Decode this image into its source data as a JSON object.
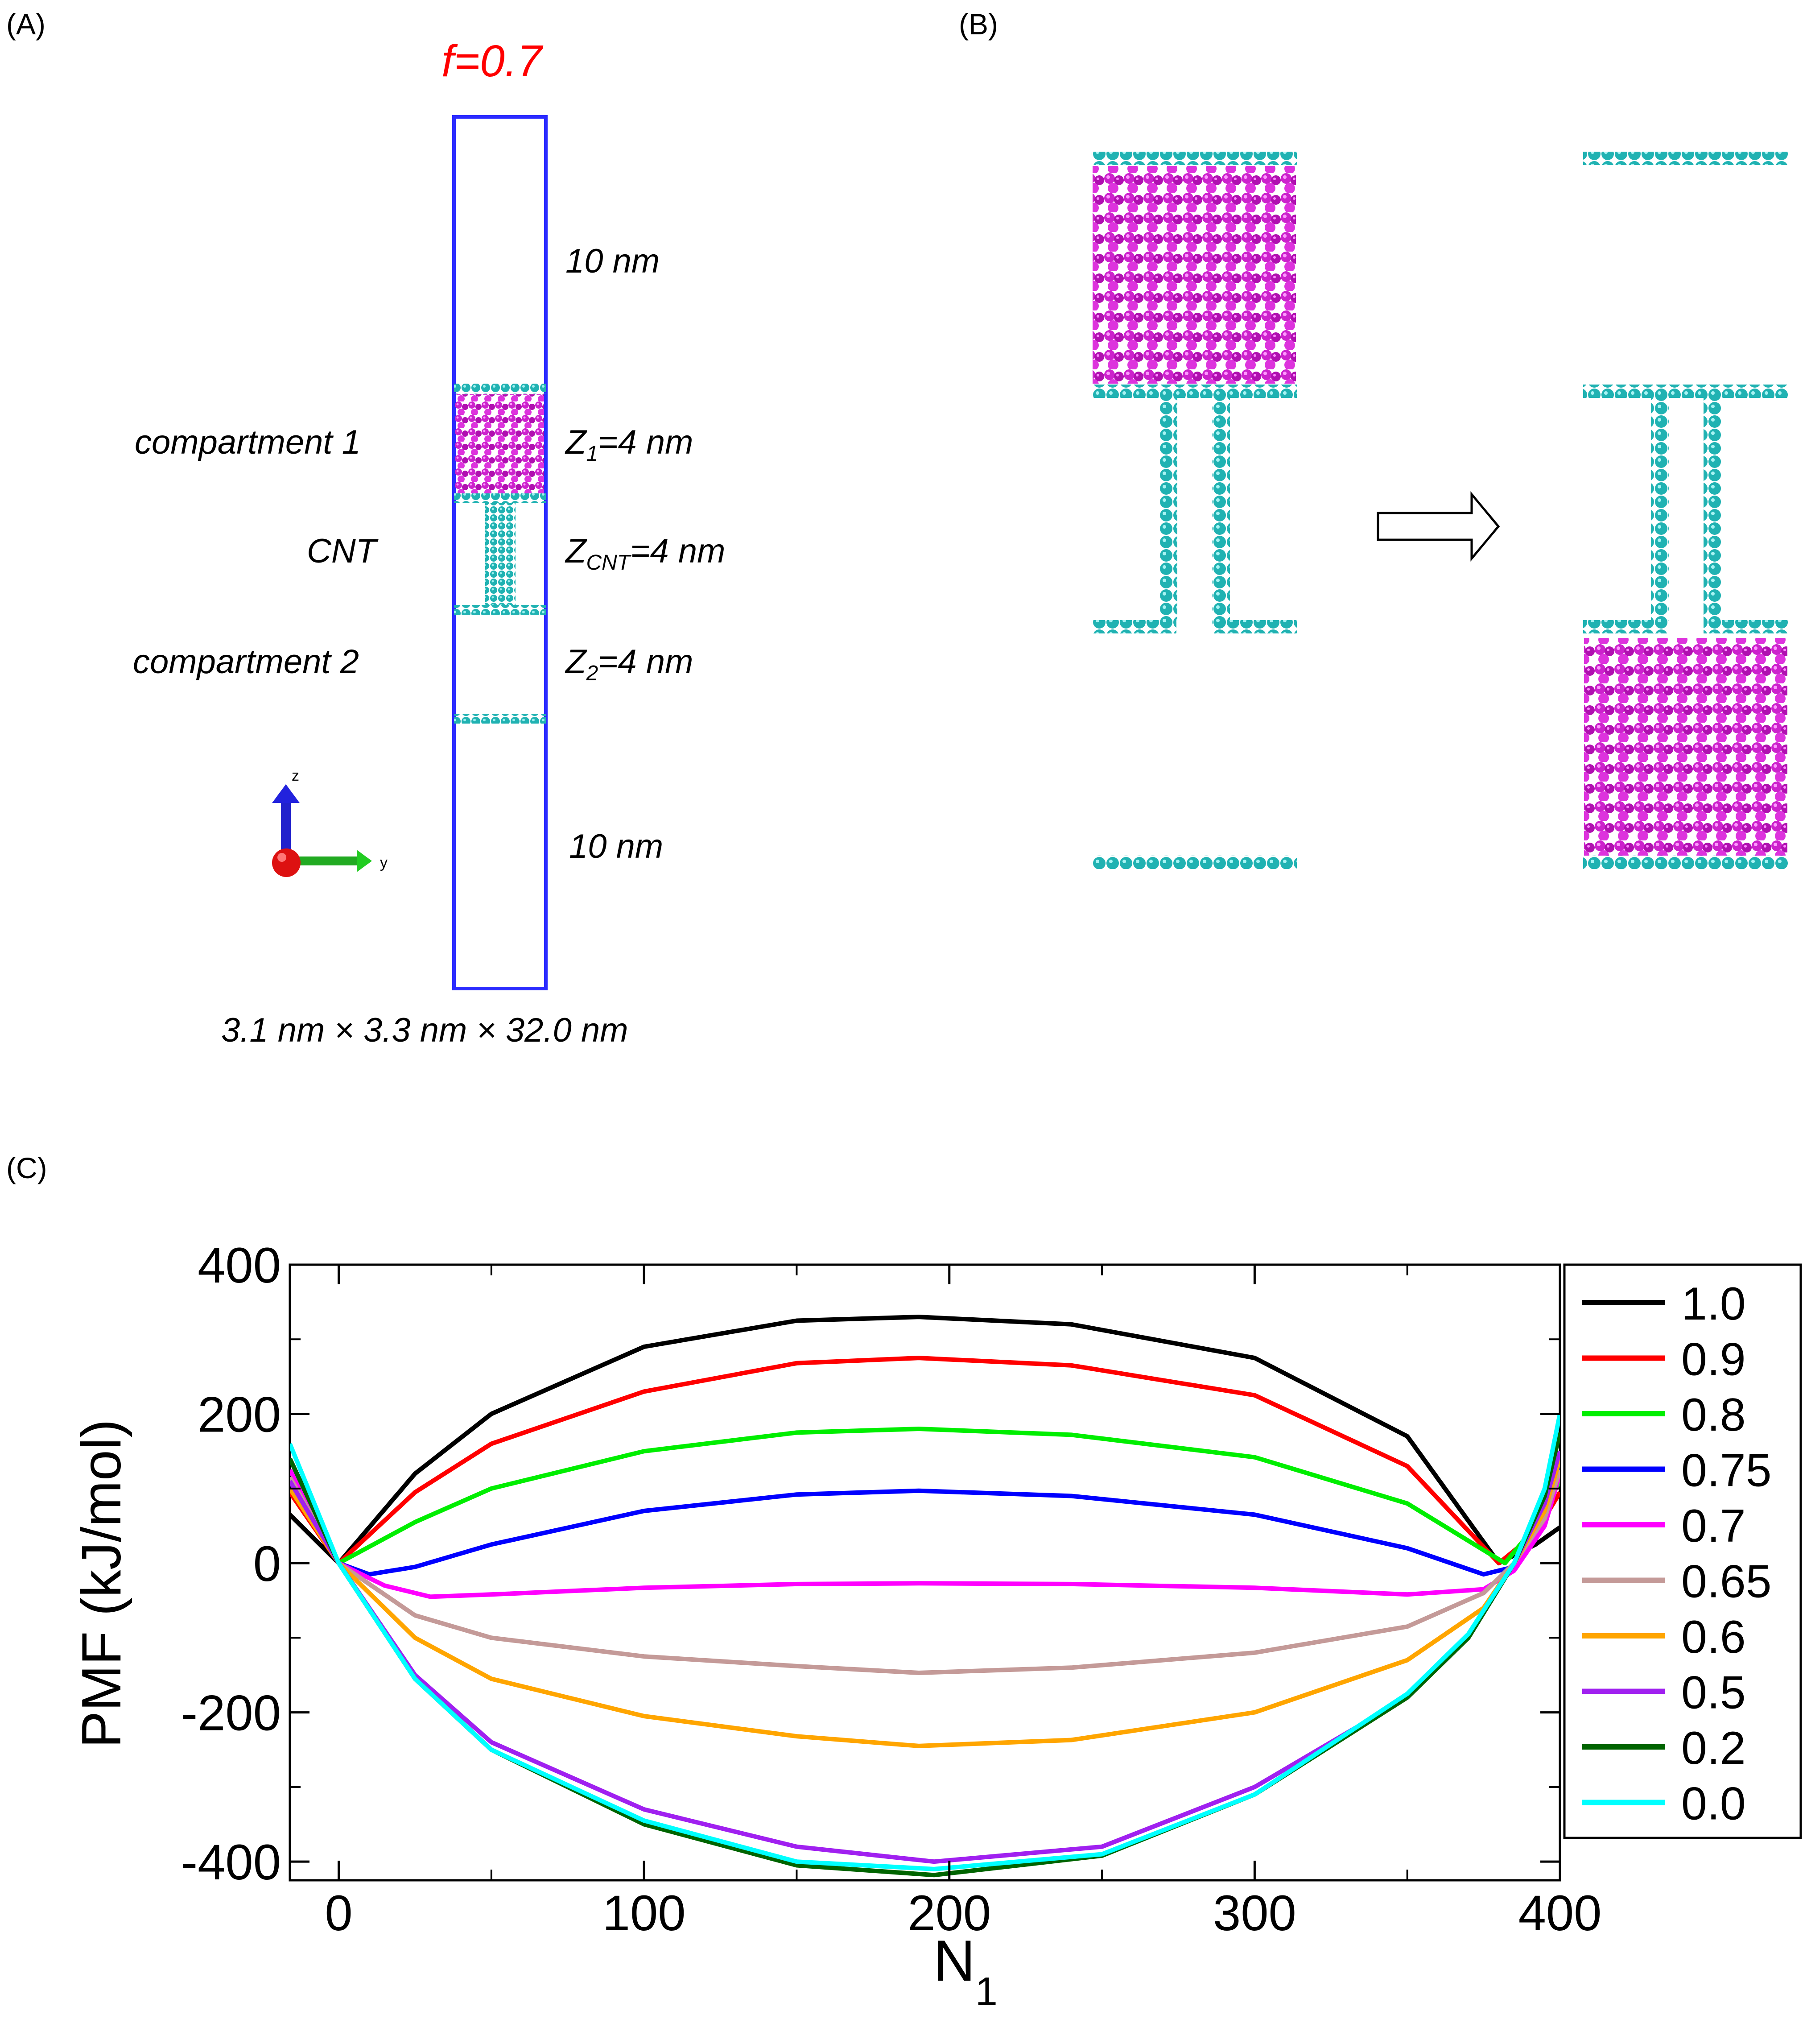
{
  "panel_a": {
    "label": "(A)",
    "title": "f=0.7",
    "labels": {
      "top_gap": "10 nm",
      "compartment1": "compartment 1",
      "z1": "Z",
      "z1_sub": "1",
      "z1_val": "=4 nm",
      "cnt": "CNT",
      "zcnt": "Z",
      "zcnt_sub": "CNT",
      "zcnt_val": "=4 nm",
      "compartment2": "compartment 2",
      "z2": "Z",
      "z2_sub": "2",
      "z2_val": "=4 nm",
      "bottom_gap": "10 nm",
      "box_dims": "3.1 nm × 3.3 nm × 32.0 nm",
      "axis_z": "z",
      "axis_y": "y"
    },
    "colors": {
      "box": "#2b2bff",
      "graphene": "#20b2b2",
      "water": "#cc22cc",
      "title": "#ff0000"
    }
  },
  "panel_b": {
    "label": "(B)",
    "arrow_icon": "right-arrow-icon"
  },
  "panel_c": {
    "label": "(C)"
  },
  "chart_data": {
    "type": "line",
    "xlabel": "N",
    "xlabel_sub": "1",
    "ylabel": "PMF (kJ/mol)",
    "xlim": [
      -16,
      400
    ],
    "ylim": [
      -425,
      400
    ],
    "xticks": [
      0,
      100,
      200,
      300,
      400
    ],
    "yticks": [
      -400,
      -200,
      0,
      200,
      400
    ],
    "grid": false,
    "legend_position": "right-outside",
    "series": [
      {
        "name": "1.0",
        "color": "#000000",
        "x": [
          -16,
          0,
          25,
          50,
          100,
          150,
          190,
          240,
          300,
          350,
          380,
          392,
          400
        ],
        "y": [
          65,
          0,
          120,
          200,
          290,
          325,
          330,
          320,
          275,
          170,
          0,
          25,
          48
        ]
      },
      {
        "name": "0.9",
        "color": "#ff0000",
        "x": [
          -16,
          0,
          25,
          50,
          100,
          150,
          190,
          240,
          300,
          350,
          380,
          392,
          400
        ],
        "y": [
          95,
          0,
          95,
          160,
          230,
          268,
          275,
          265,
          225,
          130,
          0,
          40,
          95
        ]
      },
      {
        "name": "0.8",
        "color": "#00ee00",
        "x": [
          -16,
          0,
          25,
          50,
          100,
          150,
          190,
          240,
          300,
          350,
          382,
          392,
          400
        ],
        "y": [
          125,
          0,
          55,
          100,
          150,
          175,
          180,
          172,
          142,
          80,
          0,
          50,
          110
        ]
      },
      {
        "name": "0.75",
        "color": "#0000ff",
        "x": [
          -16,
          0,
          10,
          25,
          50,
          100,
          150,
          190,
          240,
          300,
          350,
          375,
          385,
          395,
          400
        ],
        "y": [
          140,
          0,
          -15,
          -5,
          25,
          70,
          92,
          97,
          90,
          65,
          20,
          -15,
          -5,
          60,
          130
        ]
      },
      {
        "name": "0.7",
        "color": "#ff00ff",
        "x": [
          -16,
          0,
          15,
          30,
          50,
          100,
          150,
          190,
          240,
          300,
          350,
          375,
          385,
          395,
          400
        ],
        "y": [
          125,
          0,
          -30,
          -45,
          -42,
          -33,
          -28,
          -27,
          -28,
          -33,
          -42,
          -35,
          -10,
          50,
          120
        ]
      },
      {
        "name": "0.65",
        "color": "#c49a98",
        "x": [
          -16,
          0,
          25,
          50,
          100,
          150,
          190,
          240,
          300,
          350,
          375,
          385,
          395,
          400
        ],
        "y": [
          115,
          0,
          -70,
          -100,
          -125,
          -138,
          -147,
          -140,
          -120,
          -85,
          -40,
          0,
          60,
          125
        ]
      },
      {
        "name": "0.6",
        "color": "#ffa500",
        "x": [
          -16,
          0,
          25,
          50,
          100,
          150,
          190,
          240,
          300,
          350,
          375,
          385,
          395,
          400
        ],
        "y": [
          100,
          0,
          -100,
          -155,
          -205,
          -232,
          -245,
          -237,
          -200,
          -130,
          -60,
          0,
          70,
          140
        ]
      },
      {
        "name": "0.5",
        "color": "#a020f0",
        "x": [
          -16,
          0,
          25,
          50,
          100,
          150,
          195,
          250,
          300,
          350,
          370,
          385,
          395,
          400
        ],
        "y": [
          110,
          0,
          -150,
          -240,
          -330,
          -380,
          -400,
          -380,
          -300,
          -180,
          -100,
          0,
          80,
          150
        ]
      },
      {
        "name": "0.2",
        "color": "#006400",
        "x": [
          -16,
          0,
          25,
          50,
          100,
          150,
          195,
          250,
          300,
          350,
          370,
          385,
          395,
          400
        ],
        "y": [
          140,
          0,
          -155,
          -250,
          -350,
          -405,
          -418,
          -392,
          -310,
          -180,
          -100,
          0,
          90,
          175
        ]
      },
      {
        "name": "0.0",
        "color": "#00ffff",
        "x": [
          -16,
          0,
          25,
          50,
          100,
          150,
          195,
          250,
          300,
          350,
          370,
          385,
          395,
          400
        ],
        "y": [
          160,
          0,
          -155,
          -250,
          -345,
          -400,
          -410,
          -390,
          -310,
          -175,
          -95,
          0,
          100,
          200
        ]
      }
    ]
  }
}
